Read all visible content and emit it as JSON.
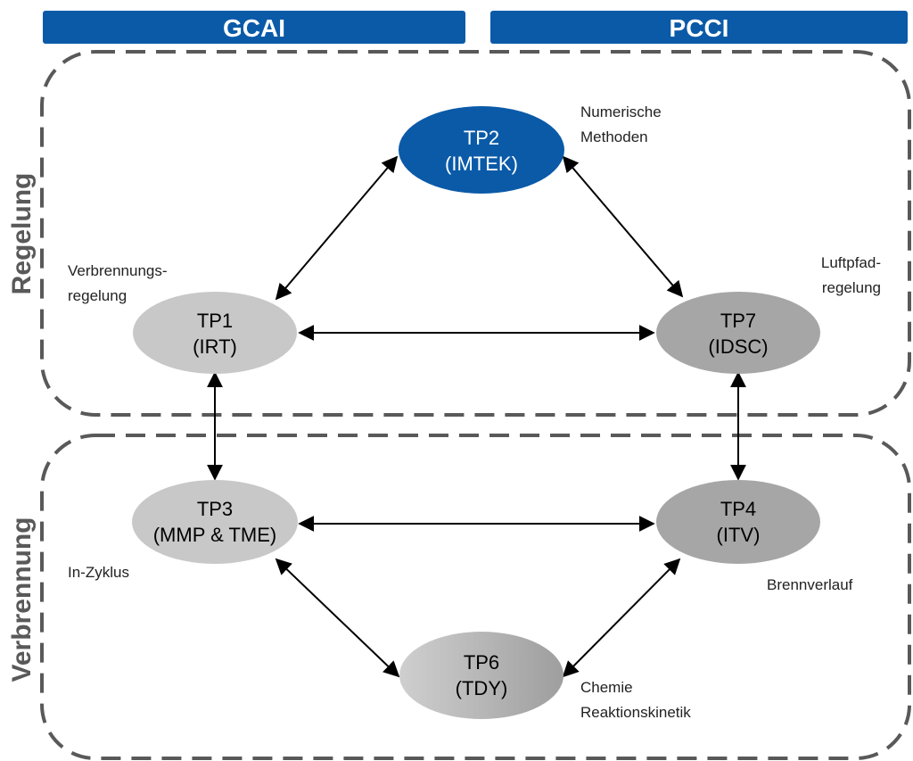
{
  "headers": {
    "left": "GCAI",
    "right": "PCCI"
  },
  "regions": {
    "top": "Regelung",
    "bottom": "Verbrennung"
  },
  "nodes": {
    "tp2": {
      "line1": "TP2",
      "line2": "(IMTEK)"
    },
    "tp1": {
      "line1": "TP1",
      "line2": "(IRT)"
    },
    "tp7": {
      "line1": "TP7",
      "line2": "(IDSC)"
    },
    "tp3": {
      "line1": "TP3",
      "line2": "(MMP & TME)"
    },
    "tp4": {
      "line1": "TP4",
      "line2": "(ITV)"
    },
    "tp6": {
      "line1": "TP6",
      "line2": "(TDY)"
    }
  },
  "notes": {
    "tp2": [
      "Numerische",
      "Methoden"
    ],
    "tp1": [
      "Verbrennungs-",
      "regelung"
    ],
    "tp7": [
      "Luftpfad-",
      "regelung"
    ],
    "tp3": [
      "In-Zyklus"
    ],
    "tp4": [
      "Brennverlauf"
    ],
    "tp6": [
      "Chemie",
      "Reaktionskinetik"
    ]
  },
  "colors": {
    "header": "#0a5aa8",
    "tp2": "#0a5aa8",
    "light_gray": "#c8c8c8",
    "dark_gray": "#a6a6a6",
    "dash": "#595959"
  }
}
